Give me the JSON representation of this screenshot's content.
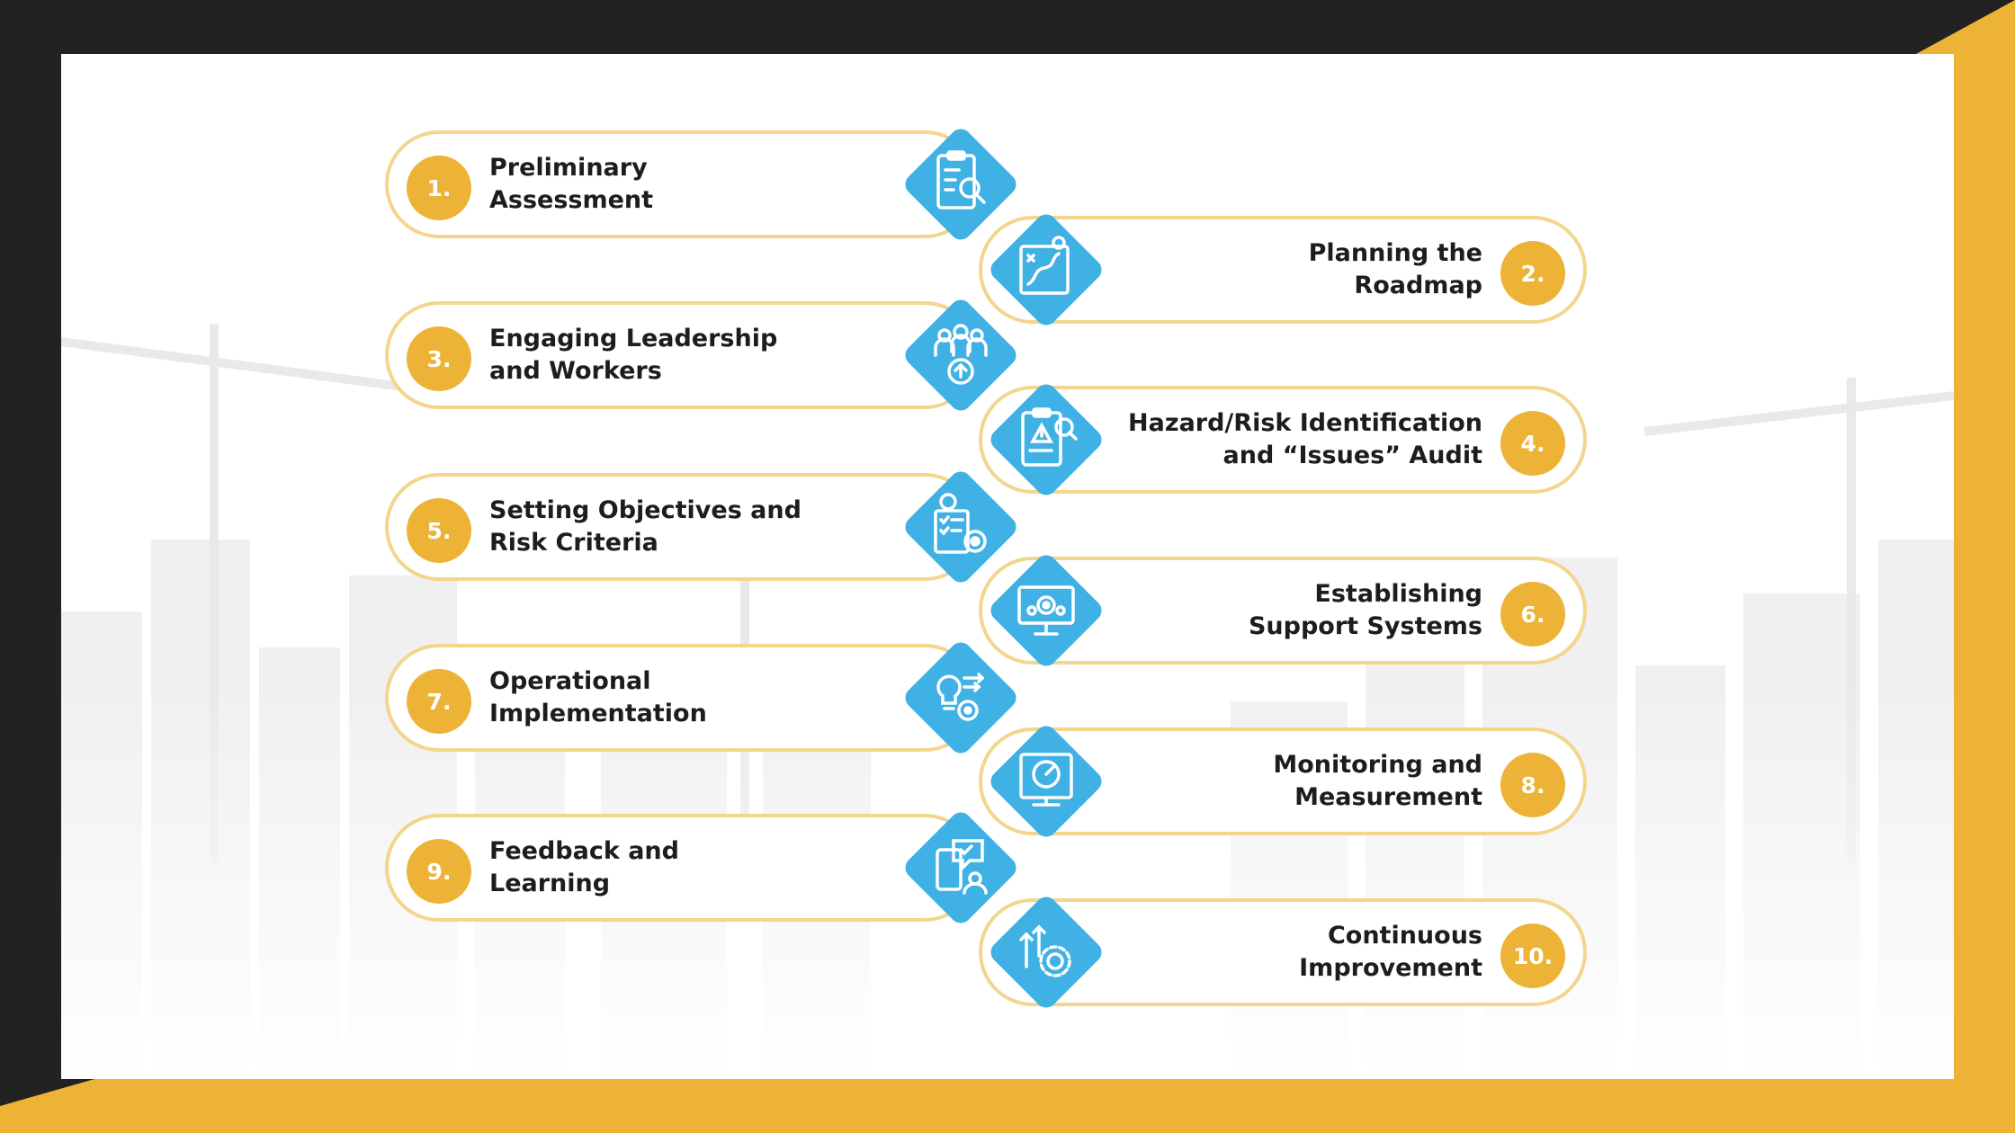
{
  "colors": {
    "accent": "#edb336",
    "pill_border": "#f3d58d",
    "icon_bg": "#3fb1e5",
    "dark_frame": "#222222",
    "text": "#1d1d1d"
  },
  "steps": [
    {
      "number": "1.",
      "label": "Preliminary\nAssessment",
      "icon": "clipboard-search-icon"
    },
    {
      "number": "2.",
      "label": "Planning the\nRoadmap",
      "icon": "roadmap-icon"
    },
    {
      "number": "3.",
      "label": "Engaging Leadership\nand Workers",
      "icon": "team-gear-icon"
    },
    {
      "number": "4.",
      "label": "Hazard/Risk Identification\nand “Issues” Audit",
      "icon": "hazard-audit-icon"
    },
    {
      "number": "5.",
      "label": "Setting Objectives and\nRisk Criteria",
      "icon": "checklist-target-icon"
    },
    {
      "number": "6.",
      "label": "Establishing\nSupport Systems",
      "icon": "monitor-gear-icon"
    },
    {
      "number": "7.",
      "label": "Operational\nImplementation",
      "icon": "lightbulb-gear-icon"
    },
    {
      "number": "8.",
      "label": "Monitoring and\nMeasurement",
      "icon": "monitor-gauge-icon"
    },
    {
      "number": "9.",
      "label": "Feedback and\nLearning",
      "icon": "feedback-chat-icon"
    },
    {
      "number": "10.",
      "label": "Continuous\nImprovement",
      "icon": "improvement-gear-icon"
    }
  ]
}
